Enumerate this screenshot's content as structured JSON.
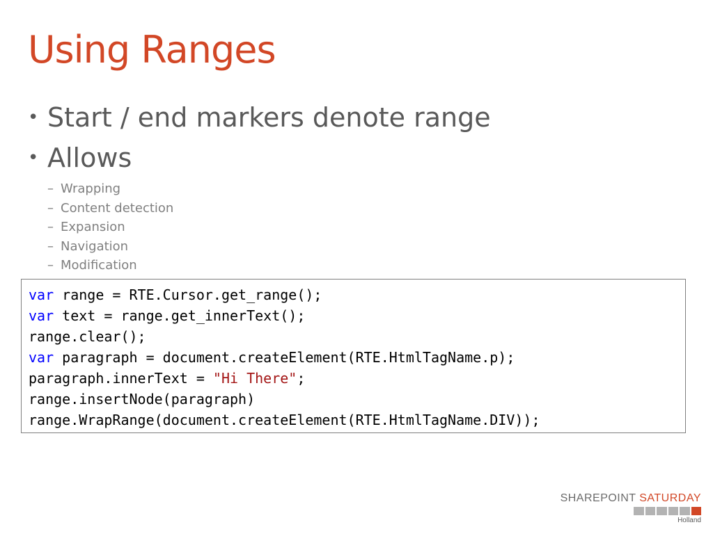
{
  "slide": {
    "title": "Using Ranges",
    "bullets": [
      {
        "text": "Start / end markers denote range"
      },
      {
        "text": "Allows"
      }
    ],
    "bullet_symbol": "•",
    "sub_symbol": "–",
    "sub_items": [
      {
        "text": "Wrapping"
      },
      {
        "text": "Content detection"
      },
      {
        "text": "Expansion"
      },
      {
        "text": "Navigation"
      },
      {
        "text": "Modification"
      }
    ],
    "code_lines": [
      [
        {
          "t": "var",
          "k": "kw"
        },
        {
          "t": " range = RTE.Cursor.get_range();"
        }
      ],
      [
        {
          "t": "var",
          "k": "kw"
        },
        {
          "t": " text = range.get_innerText();"
        }
      ],
      [
        {
          "t": "range.clear();"
        }
      ],
      [
        {
          "t": "var",
          "k": "kw"
        },
        {
          "t": " paragraph = document.createElement(RTE.HtmlTagName.p);"
        }
      ],
      [
        {
          "t": "paragraph.innerText = "
        },
        {
          "t": "\"Hi There\"",
          "k": "str"
        },
        {
          "t": ";"
        }
      ],
      [
        {
          "t": "range.insertNode(paragraph)"
        }
      ],
      [
        {
          "t": "range.WrapRange(document.createElement(RTE.HtmlTagName.DIV));"
        }
      ]
    ],
    "code_colors": {
      "keyword": "#0000ff",
      "string": "#a31515"
    }
  },
  "logo": {
    "word1": "SHAREPOINT",
    "word2": "SATURDAY",
    "subtitle": "Holland",
    "square_count": 6
  },
  "colors": {
    "title": "#d24726",
    "body_text": "#595959",
    "sub_text": "#7f7f7f",
    "logo_accent": "#d24726",
    "logo_grey": "#b3b3b3"
  }
}
